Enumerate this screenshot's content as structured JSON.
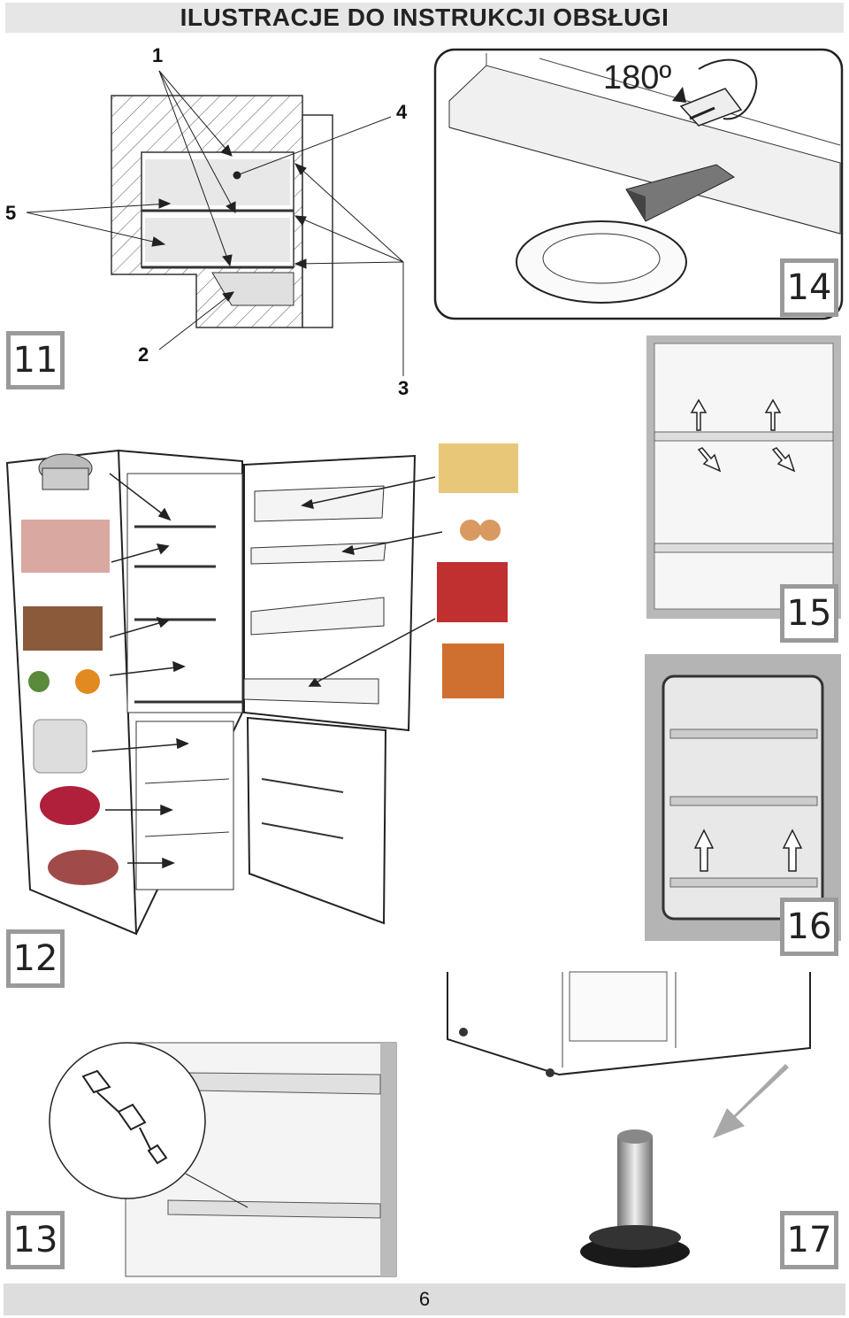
{
  "header": {
    "title": "ILUSTRACJE DO INSTRUKCJI OBSŁUGI"
  },
  "figure_numbers": {
    "f11": "11",
    "f12": "12",
    "f13": "13",
    "f14": "14",
    "f15": "15",
    "f16": "16",
    "f17": "17"
  },
  "fig11_callouts": {
    "c1": "1",
    "c2": "2",
    "c3": "3",
    "c4": "4",
    "c5": "5"
  },
  "fig14": {
    "rotation_label": "180º"
  },
  "footer": {
    "page_number": "6"
  }
}
